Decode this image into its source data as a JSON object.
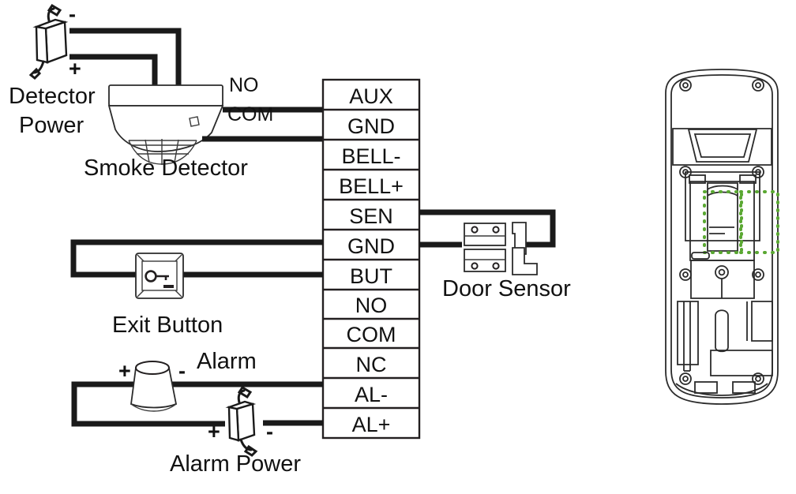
{
  "diagram": {
    "title_visible": false,
    "terminal_block": {
      "name": "terminal-block",
      "terminals": [
        {
          "label": "AUX",
          "left_wire": true,
          "right_wire": false
        },
        {
          "label": "GND",
          "left_wire": true,
          "right_wire": false
        },
        {
          "label": "BELL-",
          "left_wire": false,
          "right_wire": false
        },
        {
          "label": "BELL+",
          "left_wire": false,
          "right_wire": false
        },
        {
          "label": "SEN",
          "left_wire": false,
          "right_wire": true
        },
        {
          "label": "GND",
          "left_wire": true,
          "right_wire": true
        },
        {
          "label": "BUT",
          "left_wire": true,
          "right_wire": false
        },
        {
          "label": "NO",
          "left_wire": false,
          "right_wire": false
        },
        {
          "label": "COM",
          "left_wire": false,
          "right_wire": false
        },
        {
          "label": "NC",
          "left_wire": false,
          "right_wire": false
        },
        {
          "label": "AL-",
          "left_wire": true,
          "right_wire": false
        },
        {
          "label": "AL+",
          "left_wire": true,
          "right_wire": false
        }
      ]
    },
    "devices": {
      "detector_power": {
        "label_line1": "Detector",
        "label_line2": "Power",
        "minus": "-",
        "plus": "+"
      },
      "smoke_detector": {
        "label": "Smoke Detector",
        "wire_no": "NO",
        "wire_com": "COM"
      },
      "door_sensor": {
        "label": "Door Sensor"
      },
      "exit_button": {
        "label": "Exit Button"
      },
      "alarm": {
        "label": "Alarm",
        "plus": "+",
        "minus": "-"
      },
      "alarm_power": {
        "label": "Alarm Power",
        "plus": "+",
        "minus": "-"
      }
    },
    "product_photo": {
      "name": "device-rear-view",
      "highlight_color": "#5aa832",
      "outline_color": "#2b2b2b"
    },
    "colors": {
      "wire": "#1a1a1a",
      "outline": "#231f20",
      "text": "#111111",
      "background": "#ffffff",
      "highlight": "#5aa832"
    }
  }
}
